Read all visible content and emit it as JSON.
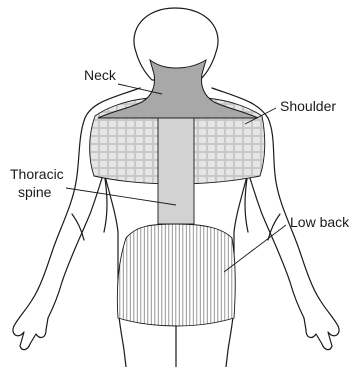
{
  "figure": {
    "labels": {
      "neck": "Neck",
      "shoulder": "Shoulder",
      "thoracic_line1": "Thoracic",
      "thoracic_line2": "spine",
      "low_back": "Low back"
    },
    "colors": {
      "outline": "#1a1a1a",
      "neck_fill": "#a8a8a8",
      "shoulder_fill": "#c8c8c8",
      "shoulder_pattern": "#e6e6e6",
      "thoracic_fill": "#d2d2d2",
      "lowback_hatch": "#8a8a8a"
    }
  }
}
